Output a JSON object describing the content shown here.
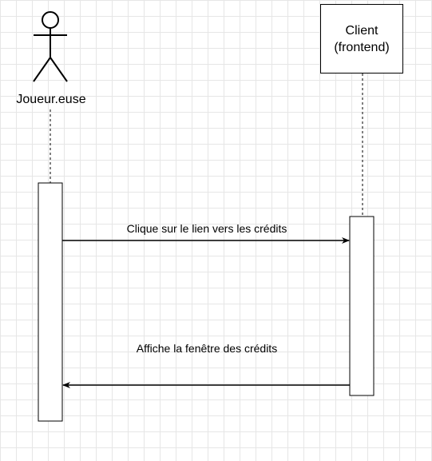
{
  "participants": {
    "actor": {
      "name": "Joueur.euse"
    },
    "client": {
      "line1": "Client",
      "line2": "(frontend)"
    }
  },
  "messages": [
    {
      "label": "Clique sur le lien vers les crédits",
      "from": "actor",
      "to": "client"
    },
    {
      "label": "Affiche la fenêtre des crédits",
      "from": "client",
      "to": "actor"
    }
  ],
  "colors": {
    "grid": "#e6e6e6",
    "stroke": "#000000",
    "fill": "#ffffff"
  }
}
